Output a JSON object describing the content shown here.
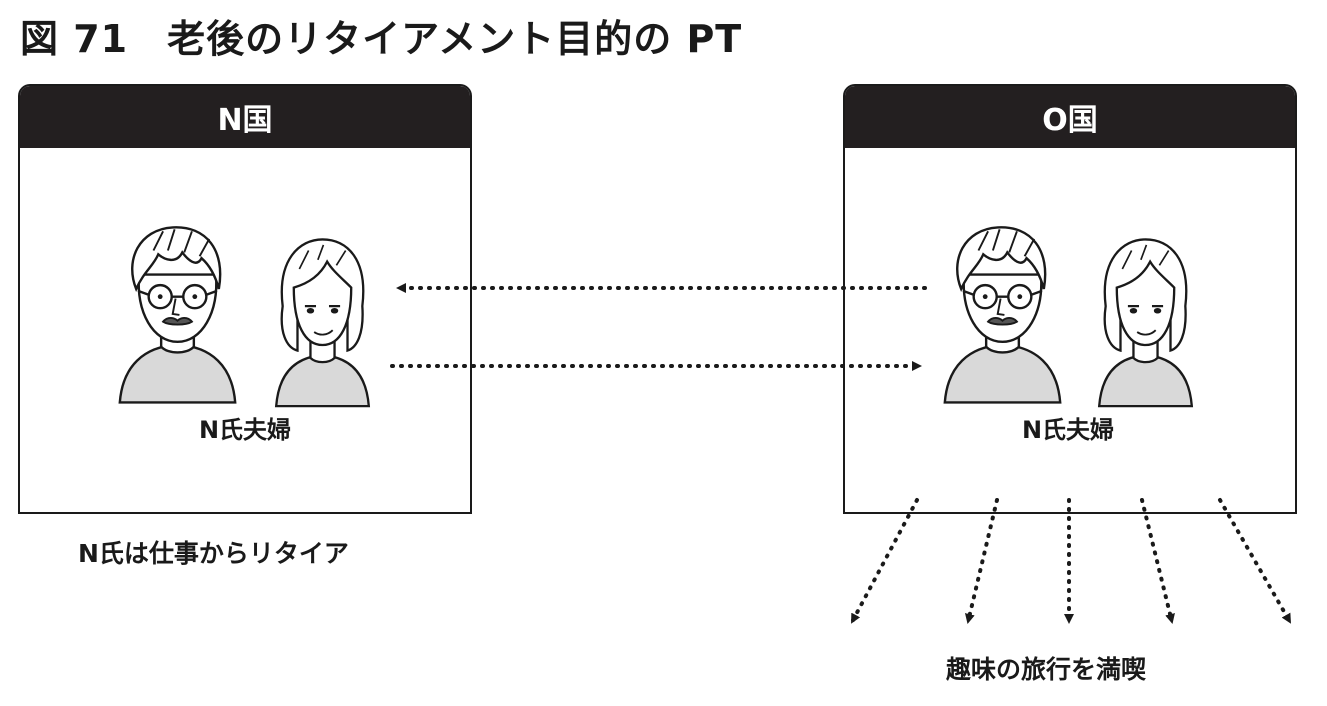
{
  "title": "図 71　老後のリタイアメント目的の PT",
  "left_country": {
    "name": "N国",
    "couple_label": "N氏夫婦",
    "caption": "N氏は仕事からリタイア"
  },
  "right_country": {
    "name": "O国",
    "couple_label": "N氏夫婦",
    "caption": "趣味の旅行を満喫"
  },
  "colors": {
    "ink": "#231f20",
    "clothing": "#d9d9d9"
  }
}
